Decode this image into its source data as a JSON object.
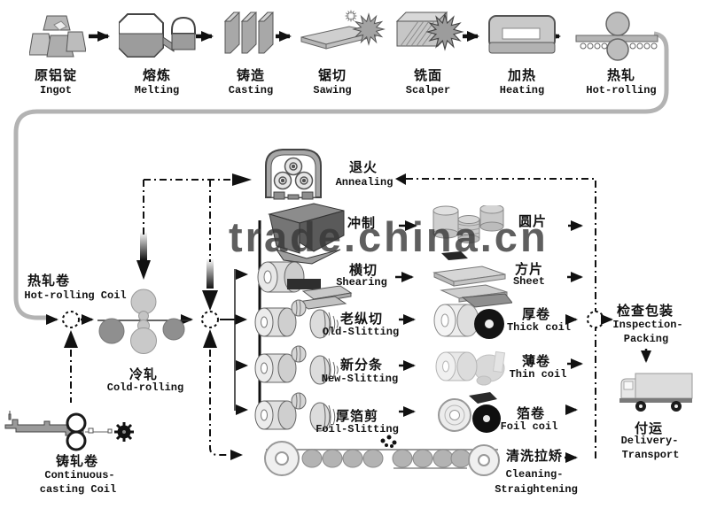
{
  "watermark": "trade.china.cn",
  "top": {
    "steps": [
      {
        "zh": "原铝锭",
        "en": "Ingot"
      },
      {
        "zh": "熔炼",
        "en": "Melting"
      },
      {
        "zh": "铸造",
        "en": "Casting"
      },
      {
        "zh": "锯切",
        "en": "Sawing"
      },
      {
        "zh": "铣面",
        "en": "Scalper"
      },
      {
        "zh": "加热",
        "en": "Heating"
      },
      {
        "zh": "热轧",
        "en": "Hot-rolling"
      }
    ]
  },
  "left": {
    "hot_coil_zh": "热轧卷",
    "hot_coil_en": "Hot-rolling Coil",
    "cold_zh": "冷轧",
    "cold_en": "Cold-rolling",
    "cast_zh": "铸轧卷",
    "cast_en1": "Continuous-",
    "cast_en2": "casting Coil"
  },
  "annealing": {
    "zh": "退火",
    "en": "Annealing"
  },
  "rows": [
    {
      "proc_zh": "冲制",
      "proc_en": "",
      "out_zh": "圆片",
      "out_en": ""
    },
    {
      "proc_zh": "横切",
      "proc_en": "Shearing",
      "out_zh": "方片",
      "out_en": "Sheet"
    },
    {
      "proc_zh": "老纵切",
      "proc_en": "Old-Slitting",
      "out_zh": "厚卷",
      "out_en": "Thick coil"
    },
    {
      "proc_zh": "新分条",
      "proc_en": "New-Slitting",
      "out_zh": "薄卷",
      "out_en": "Thin coil"
    },
    {
      "proc_zh": "厚箔剪",
      "proc_en": "Foil-Slitting",
      "out_zh": "箔卷",
      "out_en": "Foil coil"
    }
  ],
  "cleaning": {
    "zh": "清洗拉矫",
    "en1": "Cleaning-",
    "en2": "Straightening"
  },
  "right": {
    "inspect_zh": "检查包装",
    "inspect_en1": "Inspection-",
    "inspect_en2": "Packing",
    "deliver_zh": "付运",
    "deliver_en1": "Delivery-",
    "deliver_en2": "Transport"
  },
  "colors": {
    "line": "#111111",
    "pipe": "#b3b3b3",
    "machine_gray": "#9a9a9a",
    "coil_black": "#111111"
  }
}
